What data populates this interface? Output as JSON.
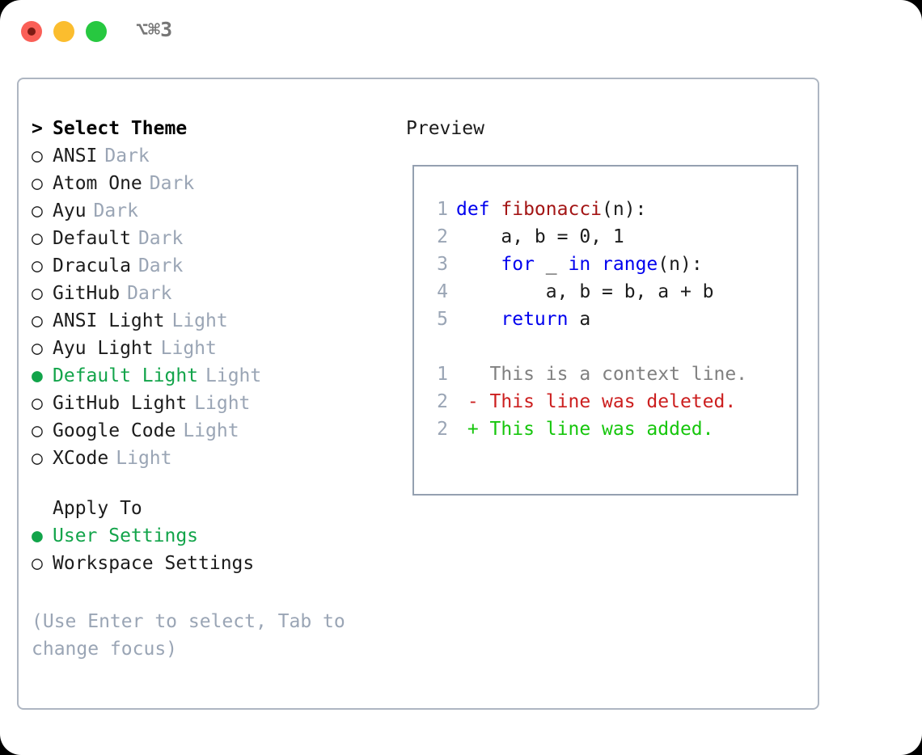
{
  "window": {
    "shortcut": "⌥⌘3",
    "traffic_lights": [
      {
        "name": "close-button",
        "color": "#fa5f57"
      },
      {
        "name": "minimize-button",
        "color": "#fbbd2e"
      },
      {
        "name": "maximize-button",
        "color": "#27c840"
      }
    ]
  },
  "theme_picker": {
    "heading_marker": ">",
    "heading": "Select Theme",
    "marker_unselected": "○",
    "marker_selected": "●",
    "items": [
      {
        "label": "ANSI",
        "badge": "Dark",
        "selected": false
      },
      {
        "label": "Atom One",
        "badge": "Dark",
        "selected": false
      },
      {
        "label": "Ayu",
        "badge": "Dark",
        "selected": false
      },
      {
        "label": "Default",
        "badge": "Dark",
        "selected": false
      },
      {
        "label": "Dracula",
        "badge": "Dark",
        "selected": false
      },
      {
        "label": "GitHub",
        "badge": "Dark",
        "selected": false
      },
      {
        "label": "ANSI Light",
        "badge": "Light",
        "selected": false
      },
      {
        "label": "Ayu Light",
        "badge": "Light",
        "selected": false
      },
      {
        "label": "Default Light",
        "badge": "Light",
        "selected": true
      },
      {
        "label": "GitHub Light",
        "badge": "Light",
        "selected": false
      },
      {
        "label": "Google Code",
        "badge": "Light",
        "selected": false
      },
      {
        "label": "XCode",
        "badge": "Light",
        "selected": false
      }
    ]
  },
  "apply_to": {
    "title": "Apply To",
    "items": [
      {
        "label": "User Settings",
        "selected": true
      },
      {
        "label": "Workspace Settings",
        "selected": false
      }
    ]
  },
  "hint": "(Use Enter to select, Tab to change focus)",
  "preview": {
    "title": "Preview",
    "code_lines": [
      {
        "num": "1",
        "tokens": [
          {
            "t": "def ",
            "c": "kw"
          },
          {
            "t": "fibonacci",
            "c": "fn"
          },
          {
            "t": "(n):",
            "c": "plain"
          }
        ]
      },
      {
        "num": "2",
        "tokens": [
          {
            "t": "    a, b = 0, 1",
            "c": "plain"
          }
        ]
      },
      {
        "num": "3",
        "tokens": [
          {
            "t": "    ",
            "c": "plain"
          },
          {
            "t": "for",
            "c": "kw"
          },
          {
            "t": " _ ",
            "c": "plain"
          },
          {
            "t": "in",
            "c": "kw"
          },
          {
            "t": " ",
            "c": "plain"
          },
          {
            "t": "range",
            "c": "kw"
          },
          {
            "t": "(n):",
            "c": "plain"
          }
        ]
      },
      {
        "num": "4",
        "tokens": [
          {
            "t": "        a, b = b, a + b",
            "c": "plain"
          }
        ]
      },
      {
        "num": "5",
        "tokens": [
          {
            "t": "    ",
            "c": "plain"
          },
          {
            "t": "return",
            "c": "kw"
          },
          {
            "t": " a",
            "c": "plain"
          }
        ]
      }
    ],
    "diff_lines": [
      {
        "num": "1",
        "tokens": [
          {
            "t": "   This is a context line.",
            "c": "ctx"
          }
        ]
      },
      {
        "num": "2",
        "tokens": [
          {
            "t": " - This line was deleted.",
            "c": "del"
          }
        ]
      },
      {
        "num": "2",
        "tokens": [
          {
            "t": " + This line was added.",
            "c": "add"
          }
        ]
      }
    ]
  },
  "colors": {
    "accent_green": "#12a44a",
    "badge_gray": "#9aa5b5",
    "keyword_blue": "#0000ee",
    "function_red": "#a31515",
    "diff_delete": "#cc1f1f",
    "diff_add": "#16c60c",
    "border": "#aeb6c2"
  }
}
